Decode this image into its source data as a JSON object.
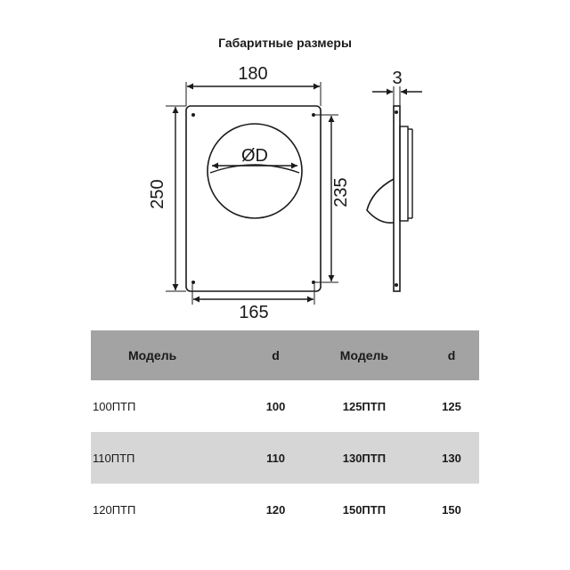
{
  "title": "Габаритные размеры",
  "dimensions": {
    "width_outer": "180",
    "width_inner": "165",
    "height_outer": "250",
    "height_inner": "235",
    "diameter": "ØD",
    "thickness": "3"
  },
  "table": {
    "headers": [
      "Модель",
      "d",
      "Модель",
      "d"
    ],
    "rows": [
      [
        "100ПТП",
        "100",
        "125ПТП",
        "125"
      ],
      [
        "110ПТП",
        "110",
        "130ПТП",
        "130"
      ],
      [
        "120ПТП",
        "120",
        "150ПТП",
        "150"
      ]
    ]
  }
}
